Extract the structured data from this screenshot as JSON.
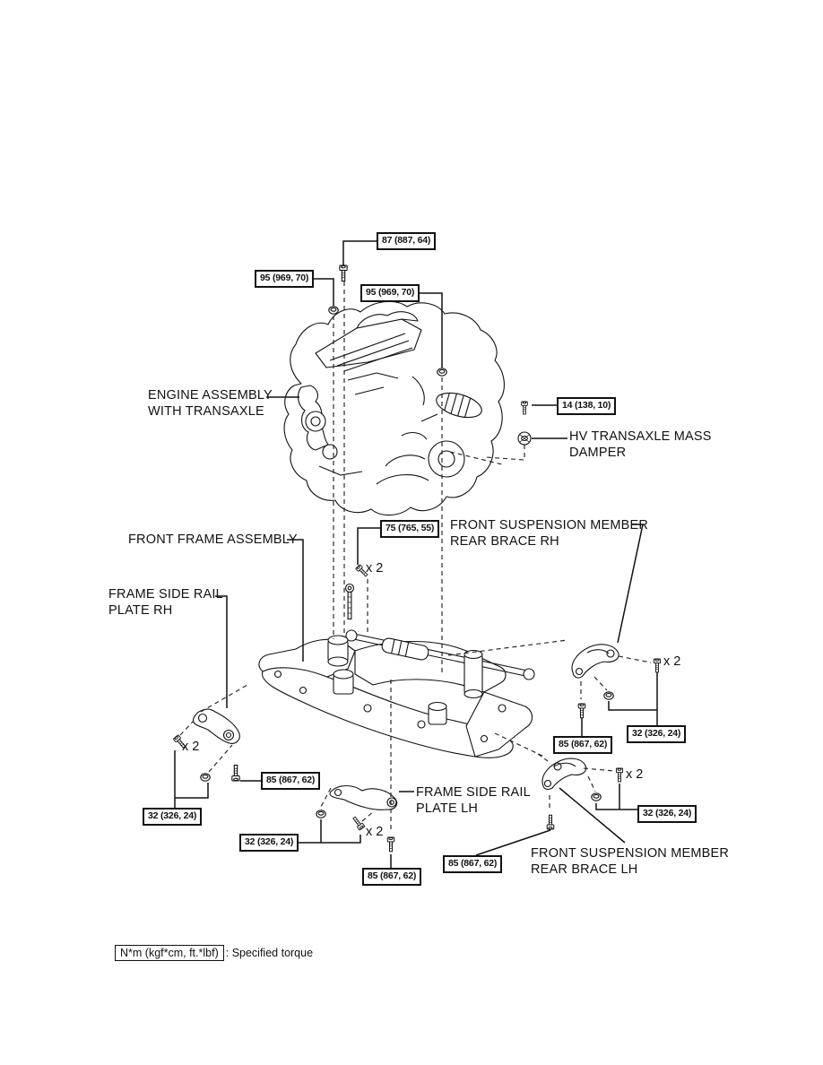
{
  "page": {
    "background": "#ffffff",
    "line_color": "#111111"
  },
  "labels": {
    "engine_assembly": {
      "line1": "ENGINE ASSEMBLY",
      "line2": "WITH TRANSAXLE"
    },
    "hv_damper": {
      "line1": "HV TRANSAXLE MASS",
      "line2": "DAMPER"
    },
    "front_frame_assembly": {
      "line1": "FRONT FRAME ASSEMBLY"
    },
    "frame_side_rail_plate_rh": {
      "line1": "FRAME SIDE RAIL",
      "line2": "PLATE RH"
    },
    "front_suspension_member_rear_brace_rh": {
      "line1": "FRONT SUSPENSION MEMBER",
      "line2": "REAR BRACE RH"
    },
    "frame_side_rail_plate_lh": {
      "line1": "FRAME SIDE RAIL",
      "line2": "PLATE LH"
    },
    "front_suspension_member_rear_brace_lh": {
      "line1": "FRONT SUSPENSION MEMBER",
      "line2": "REAR BRACE LH"
    }
  },
  "torques": {
    "engine_center": "87 (887, 64)",
    "engine_left": "95 (969, 70)",
    "engine_right": "95 (969, 70)",
    "mass_damper": "14 (138, 10)",
    "frame_center": "75 (765, 55)",
    "rail_rh_85": "85 (867, 62)",
    "rail_rh_32": "32 (326, 24)",
    "rail_lh_32": "32 (326, 24)",
    "rail_lh_85": "85 (867, 62)",
    "brace_lh_85_front": "85 (867, 62)",
    "brace_lh_32": "32 (326, 24)",
    "brace_rh_85": "85 (867, 62)",
    "brace_rh_32": "32 (326, 24)"
  },
  "quantity": {
    "x2": "x 2"
  },
  "note": {
    "boxed": "N*m (kgf*cm, ft.*lbf)",
    "suffix": ": Specified torque"
  }
}
